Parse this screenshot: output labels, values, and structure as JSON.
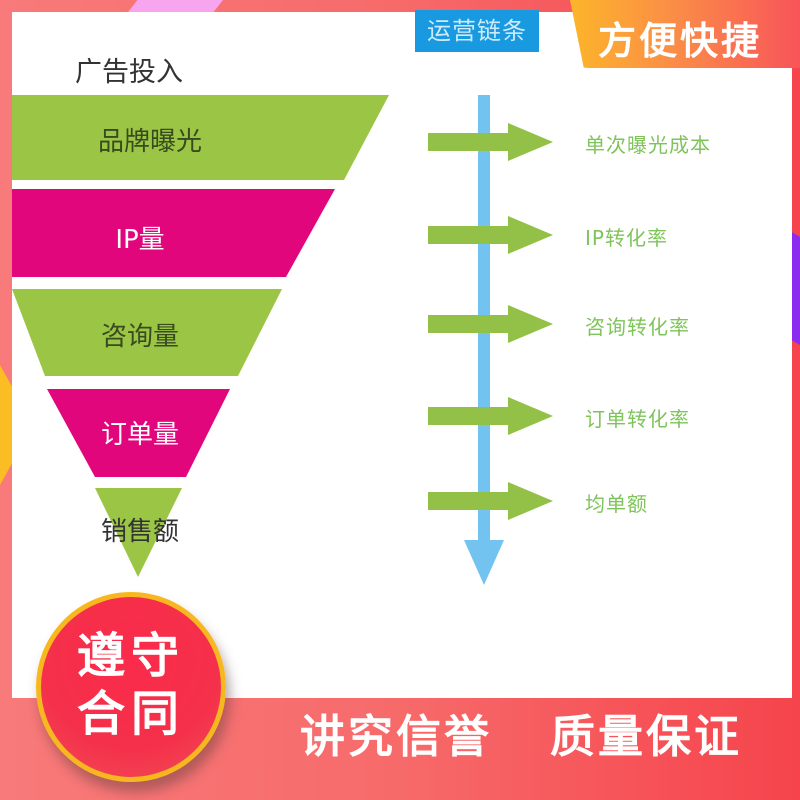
{
  "banner": {
    "corner_text": "方便快捷"
  },
  "funnel": {
    "title": "广告投入",
    "layers": [
      {
        "label": "品牌曝光",
        "color": "#9bc544",
        "text_color": "#3a4a1f"
      },
      {
        "label": "IP量",
        "color": "#e2067c",
        "text_color": "#ffffff"
      },
      {
        "label": "咨询量",
        "color": "#9bc544",
        "text_color": "#3a4a1f"
      },
      {
        "label": "订单量",
        "color": "#e2067c",
        "text_color": "#ffffff"
      },
      {
        "label": "销售额",
        "color": "#9bc544",
        "text_color": "#333333"
      }
    ]
  },
  "chain": {
    "title": "运营链条",
    "line_color": "#72c3ef",
    "arrow_color": "#93c047",
    "steps": [
      {
        "label": "单次曝光成本"
      },
      {
        "label": "IP转化率"
      },
      {
        "label": "咨询转化率"
      },
      {
        "label": "订单转化率"
      },
      {
        "label": "均单额"
      }
    ]
  },
  "seal": {
    "line1": "遵守",
    "line2": "合同"
  },
  "footer": {
    "slogan_left": "讲究信誉",
    "slogan_right": "质量保证"
  }
}
